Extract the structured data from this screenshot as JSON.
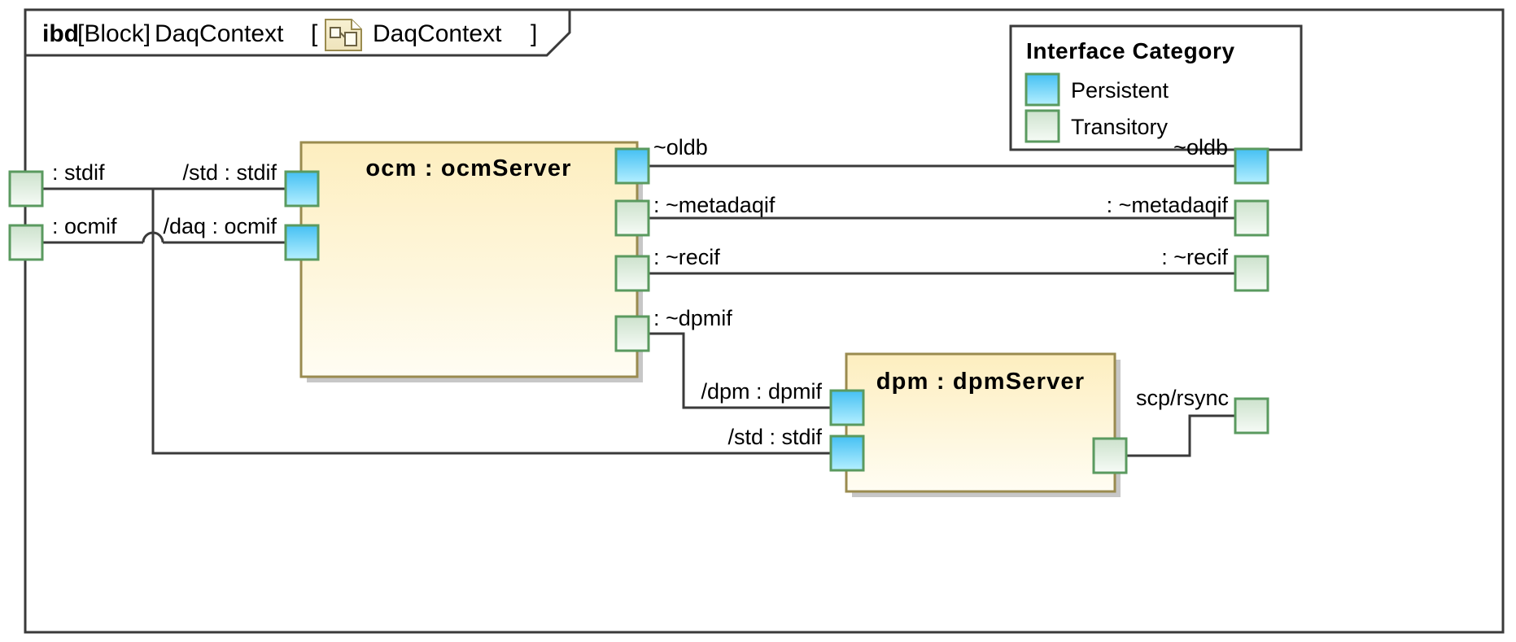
{
  "frame": {
    "kind": "ibd",
    "stereotype": "[Block]",
    "block_name": "DaqContext",
    "bracket_open": "[",
    "diagram_icon": "ibd-block-icon",
    "diagram_name": "DaqContext",
    "bracket_close": "]"
  },
  "legend": {
    "title": "Interface Category",
    "items": [
      {
        "label": "Persistent",
        "swatch": "persistent",
        "color": "#5bc8f5"
      },
      {
        "label": "Transitory",
        "swatch": "transitory",
        "color": "#bcd9bc"
      }
    ]
  },
  "colors": {
    "block_fill_top": "#fdeebf",
    "block_fill_bottom": "#fffdf2",
    "block_border": "#9a8b4f",
    "port_border": "#5a9a5f",
    "persistent_top": "#4fc3f7",
    "persistent_bottom": "#aeecff",
    "transitory_top": "#cfe3cf",
    "transitory_bottom": "#f3faf3",
    "line": "#3a3a3a",
    "frame": "#3a3a3a"
  },
  "blocks": [
    {
      "id": "ocm",
      "title": "ocm : ocmServer"
    },
    {
      "id": "dpm",
      "title": "dpm : dpmServer"
    }
  ],
  "ports": {
    "left_edge": [
      {
        "name": "stdif-proxy-port",
        "label": ": stdif",
        "kind": "transitory"
      },
      {
        "name": "ocmif-proxy-port",
        "label": ": ocmif",
        "kind": "transitory"
      }
    ],
    "ocm_left": [
      {
        "name": "ocm-std-port",
        "label": "/std : stdif",
        "kind": "persistent"
      },
      {
        "name": "ocm-daq-port",
        "label": "/daq : ocmif",
        "kind": "persistent"
      }
    ],
    "ocm_right": [
      {
        "name": "ocm-oldb-port",
        "label": "~oldb",
        "kind": "persistent"
      },
      {
        "name": "ocm-metadaqif-port",
        "label": ": ~metadaqif",
        "kind": "transitory"
      },
      {
        "name": "ocm-recif-port",
        "label": ": ~recif",
        "kind": "transitory"
      },
      {
        "name": "ocm-dpmif-port",
        "label": ": ~dpmif",
        "kind": "transitory"
      }
    ],
    "dpm_left": [
      {
        "name": "dpm-dpm-port",
        "label": "/dpm : dpmif",
        "kind": "persistent"
      },
      {
        "name": "dpm-std-port",
        "label": "/std : stdif",
        "kind": "persistent"
      }
    ],
    "dpm_right": [
      {
        "name": "dpm-scp-port",
        "label": "scp/rsync",
        "kind": "transitory"
      }
    ],
    "right_edge": [
      {
        "name": "oldb-proxy-port",
        "label": "~oldb",
        "kind": "persistent"
      },
      {
        "name": "metadaqif-proxy-port",
        "label": ": ~metadaqif",
        "kind": "transitory"
      },
      {
        "name": "recif-proxy-port",
        "label": ": ~recif",
        "kind": "transitory"
      },
      {
        "name": "scp-proxy-port",
        "label": "",
        "kind": "transitory"
      }
    ]
  }
}
